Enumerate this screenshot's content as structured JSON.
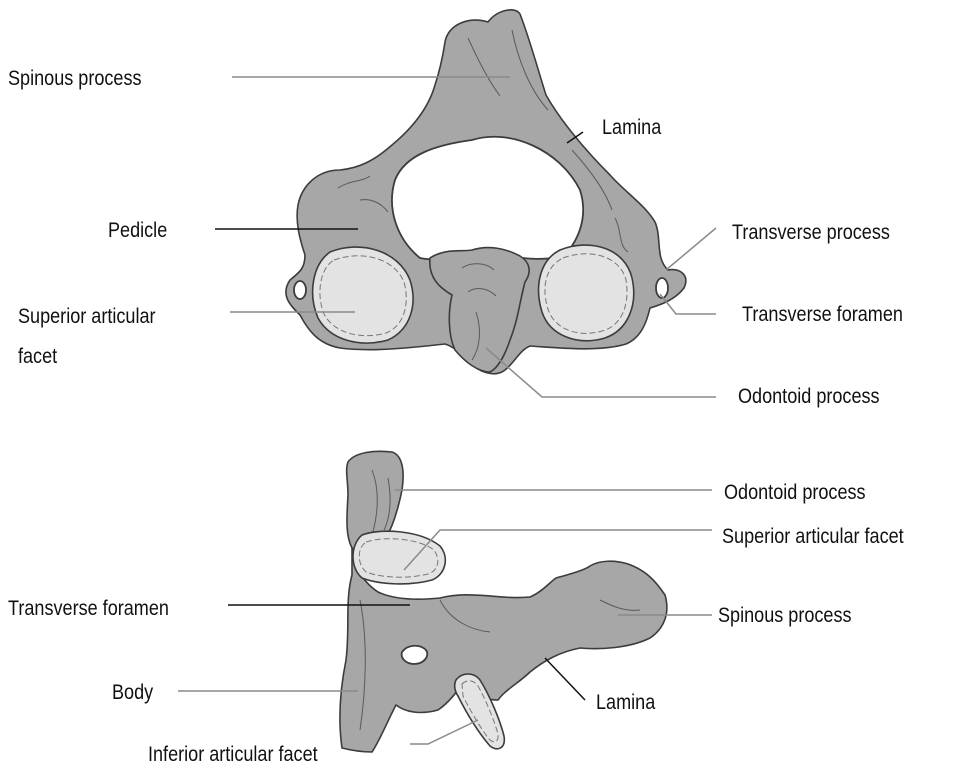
{
  "top_view": {
    "labels": {
      "spinous_process": "Spinous process",
      "lamina": "Lamina",
      "pedicle": "Pedicle",
      "transverse_process": "Transverse process",
      "superior_articular_facet_line1": "Superior articular",
      "superior_articular_facet_line2": "facet",
      "transverse_foramen": "Transverse foramen",
      "odontoid_process": "Odontoid process"
    }
  },
  "side_view": {
    "labels": {
      "odontoid_process": "Odontoid process",
      "superior_articular_facet": "Superior articular facet",
      "transverse_foramen": "Transverse foramen",
      "spinous_process": "Spinous process",
      "body": "Body",
      "lamina": "Lamina",
      "inferior_articular_facet": "Inferior articular facet"
    }
  },
  "colors": {
    "bone": "#a7a7a7",
    "facet": "#e3e3e3",
    "outline": "#3c3c3c",
    "leader_line": "#8a8a8a",
    "text": "#111111"
  }
}
